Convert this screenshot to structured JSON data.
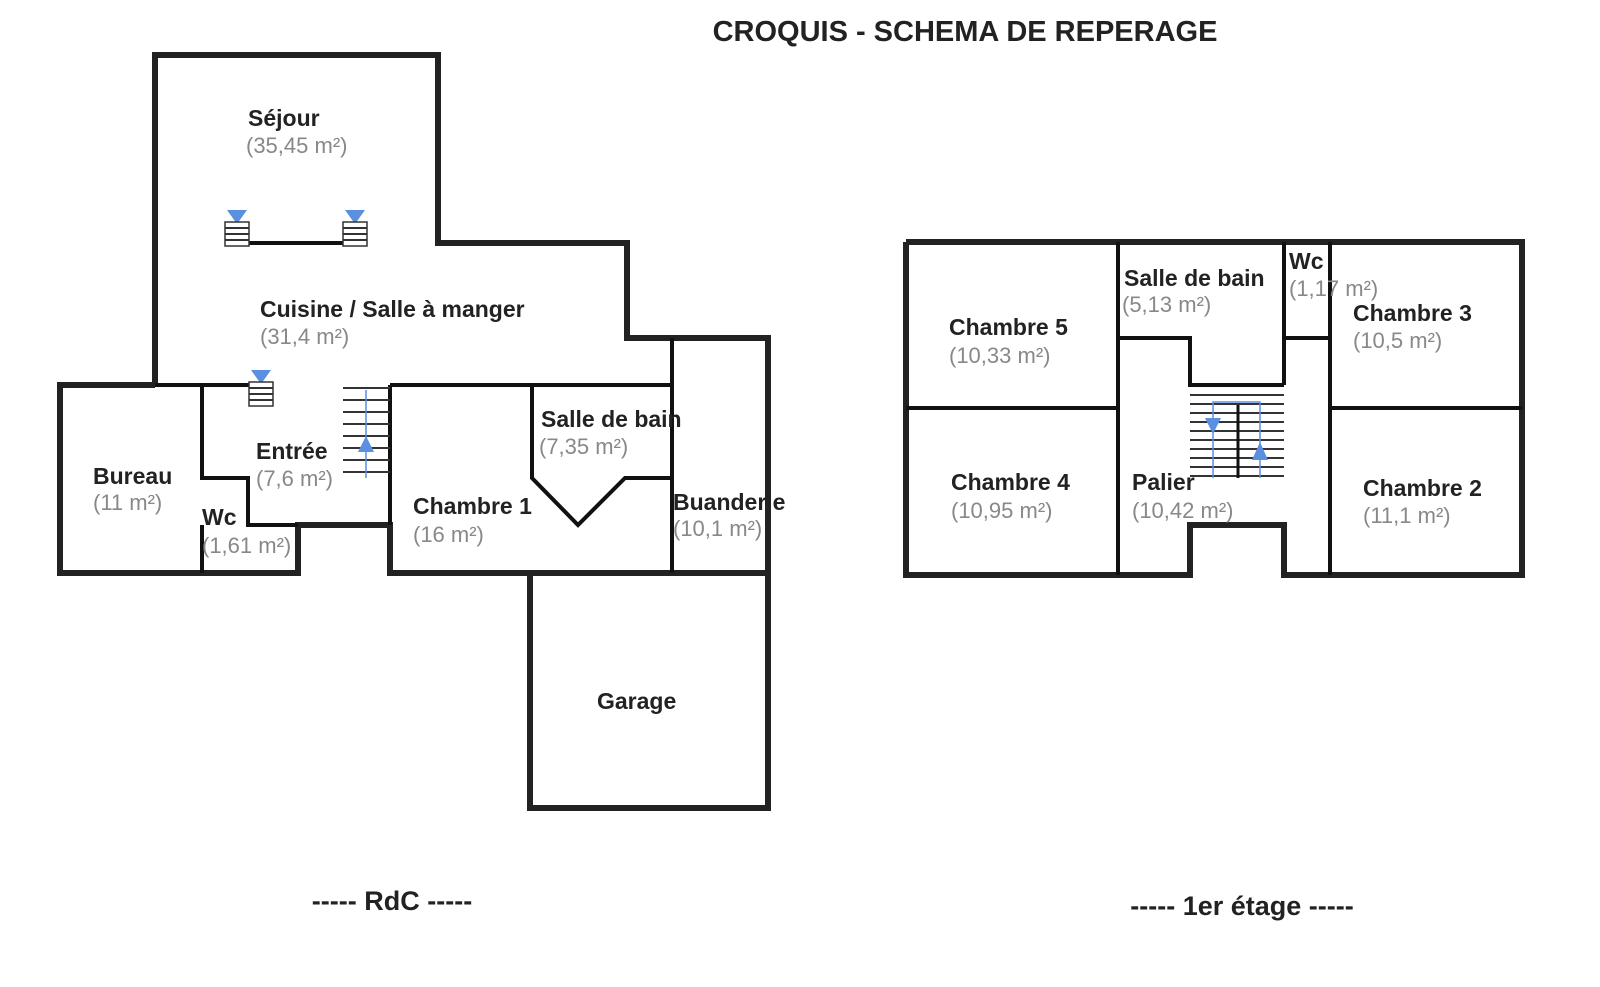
{
  "title": "CROQUIS - SCHEMA DE REPERAGE",
  "accent_color": "#5b8fe0",
  "floors": {
    "rdc": {
      "label": "----- RdC -----",
      "rooms": [
        {
          "name": "Séjour",
          "area": "(35,45 m²)"
        },
        {
          "name": "Cuisine / Salle à manger",
          "area": "(31,4 m²)"
        },
        {
          "name": "Bureau",
          "area": "(11 m²)"
        },
        {
          "name": "Entrée",
          "area": "(7,6 m²)"
        },
        {
          "name": "Wc",
          "area": "(1,61 m²)"
        },
        {
          "name": "Chambre 1",
          "area": "(16 m²)"
        },
        {
          "name": "Salle de bain",
          "area": "(7,35 m²)"
        },
        {
          "name": "Buanderie",
          "area": "(10,1 m²)"
        },
        {
          "name": "Garage",
          "area": ""
        }
      ]
    },
    "etage1": {
      "label": "----- 1er étage -----",
      "rooms": [
        {
          "name": "Chambre 5",
          "area": "(10,33 m²)"
        },
        {
          "name": "Salle de bain",
          "area": "(5,13 m²)"
        },
        {
          "name": "Wc",
          "area": "(1,17 m²)"
        },
        {
          "name": "Chambre 3",
          "area": "(10,5 m²)"
        },
        {
          "name": "Chambre 4",
          "area": "(10,95 m²)"
        },
        {
          "name": "Palier",
          "area": "(10,42 m²)"
        },
        {
          "name": "Chambre 2",
          "area": "(11,1 m²)"
        }
      ]
    }
  }
}
